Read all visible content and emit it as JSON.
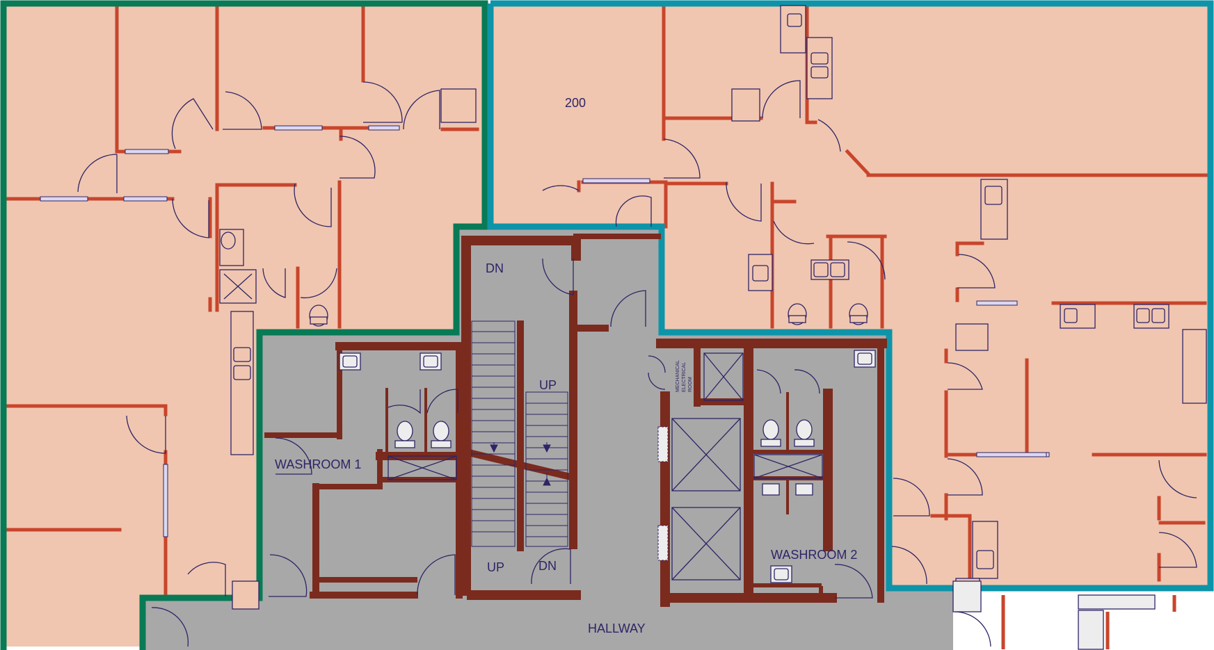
{
  "colors": {
    "office_fill": "#f0c6b0",
    "core_fill": "#a8a8a8",
    "office_wall": "#c8452b",
    "core_wall": "#7a2b1e",
    "suite_left_outline": "#087a55",
    "suite_right_outline": "#0e94a8",
    "linework": "#2e2466"
  },
  "labels": {
    "room_200": "200",
    "washroom_1": "WASHROOM 1",
    "washroom_2": "WASHROOM 2",
    "hallway": "HALLWAY",
    "stair_dn_top": "DN",
    "stair_up_mid": "UP",
    "stair_up_bottom": "UP",
    "stair_dn_bottom": "DN",
    "mech_line1": "MECHANICAL",
    "mech_line2": "ELECTRICAL",
    "mech_line3": "ROOM"
  }
}
